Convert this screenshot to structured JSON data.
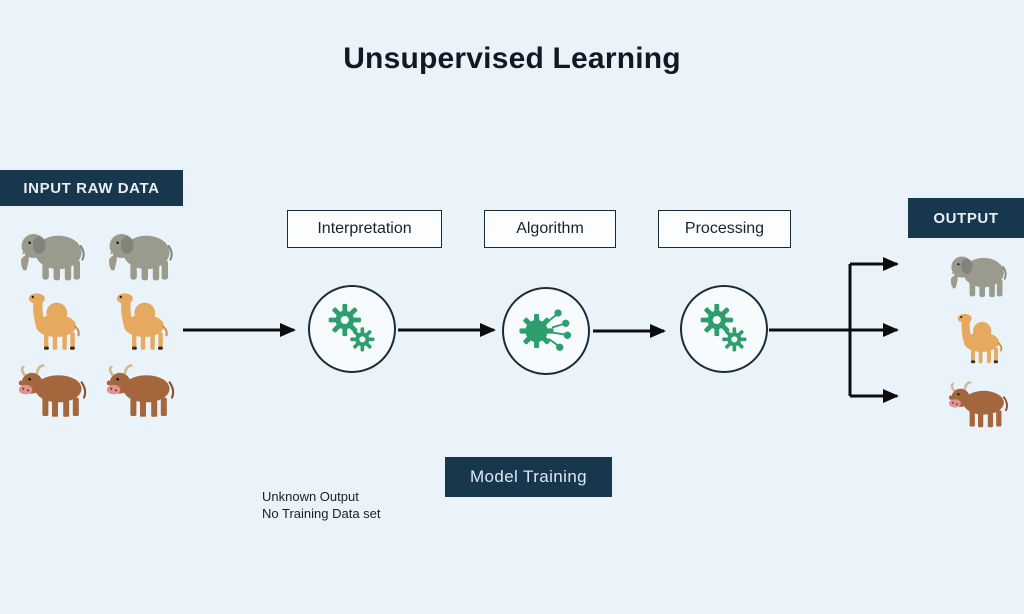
{
  "title": "Unsupervised Learning",
  "colors": {
    "background": "#EAF3FA",
    "navy": "#16374C",
    "green": "#2E9E6E",
    "arrow": "#0D0D0D"
  },
  "input": {
    "label": "INPUT RAW DATA",
    "animals": [
      "elephant",
      "elephant",
      "camel",
      "camel",
      "cow",
      "cow"
    ]
  },
  "stages": [
    {
      "label": "Interpretation",
      "icon": "gears-icon"
    },
    {
      "label": "Algorithm",
      "icon": "gear-network-icon"
    },
    {
      "label": "Processing",
      "icon": "gears-icon"
    }
  ],
  "output": {
    "label": "OUTPUT",
    "animals": [
      "elephant",
      "camel",
      "cow"
    ]
  },
  "model_training": {
    "label": "Model Training"
  },
  "notes": {
    "line1": "Unknown Output",
    "line2": "No Training Data set"
  }
}
